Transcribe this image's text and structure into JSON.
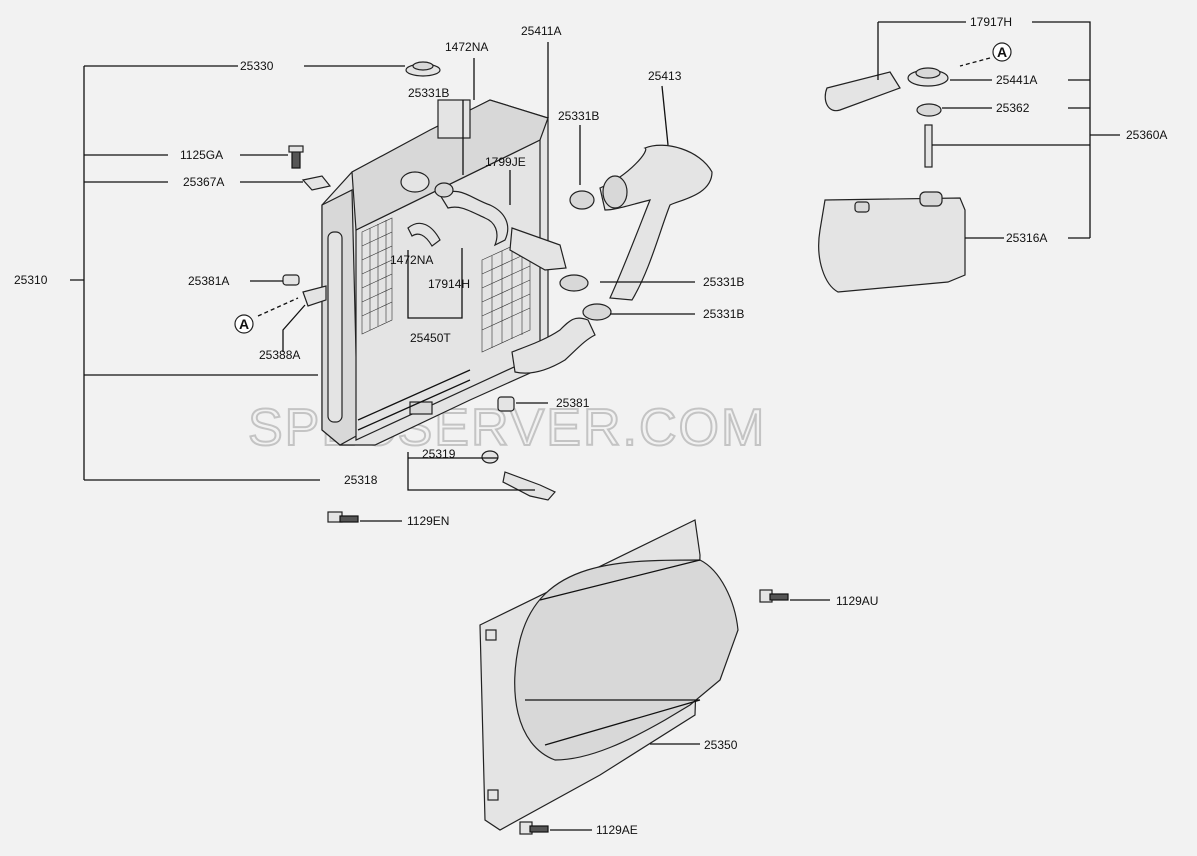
{
  "watermark": "SPECSERVER.COM",
  "callouts": {
    "c25330": "25330",
    "c1472NA_top": "1472NA",
    "c25411A": "25411A",
    "c25331B_top": "25331B",
    "c25413": "25413",
    "c25331B_mid": "25331B",
    "c1125GA": "1125GA",
    "c1799JE": "1799JE",
    "c25367A": "25367A",
    "c25310": "25310",
    "c25381A": "25381A",
    "c1472NA_mid": "1472NA",
    "c17914H": "17914H",
    "c25331B_r1": "25331B",
    "c25331B_r2": "25331B",
    "c25450T": "25450T",
    "c25388A": "25388A",
    "c25381": "25381",
    "c25319": "25319",
    "c25318": "25318",
    "c1129EN": "1129EN",
    "c1129AU": "1129AU",
    "c25350": "25350",
    "c1129AE": "1129AE",
    "c17917H": "17917H",
    "c25441A": "25441A",
    "c25362": "25362",
    "c25360A": "25360A",
    "c25316A": "25316A"
  },
  "ref_markers": {
    "a_right": "A",
    "a_left": "A"
  }
}
